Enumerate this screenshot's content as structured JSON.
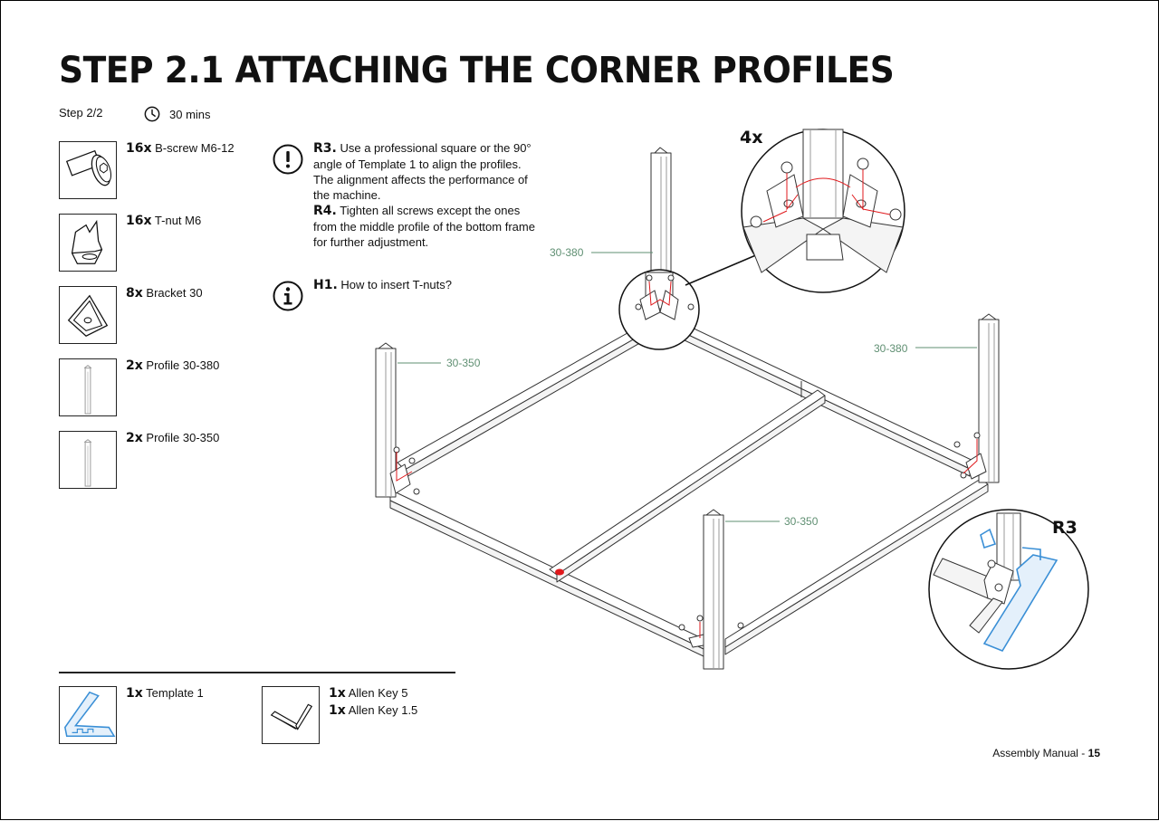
{
  "header": {
    "title": "STEP 2.1 ATTACHING THE CORNER PROFILES",
    "step": "Step 2/2",
    "duration": "30 mins"
  },
  "parts": [
    {
      "qty": "16x",
      "name": "B-screw M6-12",
      "icon": "screw-icon"
    },
    {
      "qty": "16x",
      "name": "T-nut M6",
      "icon": "t-nut-icon"
    },
    {
      "qty": "8x",
      "name": "Bracket 30",
      "icon": "bracket-icon"
    },
    {
      "qty": "2x",
      "name": "Profile 30-380",
      "icon": "profile-icon"
    },
    {
      "qty": "2x",
      "name": "Profile 30-350",
      "icon": "profile-icon"
    }
  ],
  "notes": {
    "r3_label": "R3.",
    "r3_text": "Use a professional square or the 90° angle of Template 1 to align the profiles. The alignment affects the performance of the machine.",
    "r4_label": "R4.",
    "r4_text": "Tighten all screws except the ones from the middle profile of the bottom frame for further adjustment.",
    "h1_label": "H1.",
    "h1_text": "How to insert T-nuts?"
  },
  "tools": [
    {
      "qty": "1x",
      "name": "Template 1",
      "icon": "template-icon"
    },
    {
      "qty": "1x",
      "name": "Allen Key 5",
      "icon": "allen-key-icon"
    },
    {
      "qty": "1x",
      "name": "Allen Key 1.5",
      "icon": "allen-key-icon"
    }
  ],
  "drawing": {
    "dim_left_tall": "30-380",
    "dim_left_front": "30-350",
    "dim_right_tall": "30-380",
    "dim_front": "30-350",
    "detail_4x": "4x",
    "detail_r3": "R3"
  },
  "footer": {
    "label": "Assembly Manual -",
    "page": "15"
  },
  "colors": {
    "dimension": "#5f8f72",
    "highlight": "#e0191c",
    "template_blue": "#3a8fd6"
  }
}
